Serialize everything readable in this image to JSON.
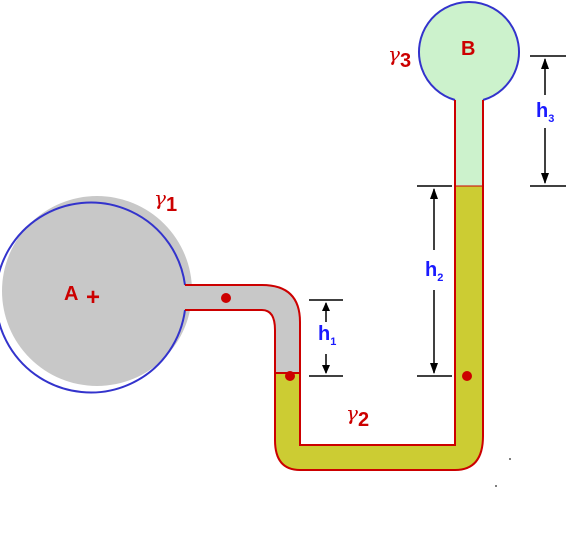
{
  "labels": {
    "vessel_a": "A",
    "vessel_a_marker": "+",
    "vessel_b": "B",
    "gamma1_symbol": "γ",
    "gamma1_sub": "1",
    "gamma2_symbol": "γ",
    "gamma2_sub": "2",
    "gamma3_symbol": "γ",
    "gamma3_sub": "3",
    "h1": "h",
    "h1_sub": "1",
    "h2": "h",
    "h2_sub": "2",
    "h3": "h",
    "h3_sub": "3"
  },
  "colors": {
    "fluid_gamma1": "#c8c8c8",
    "fluid_gamma2": "#cccc33",
    "fluid_gamma3": "#ccf2cc",
    "vessel_outline": "#3333cc",
    "tube_outline": "#cc0000",
    "point_marker": "#cc0000",
    "gamma_labels": "#cc0000",
    "height_labels": "#1a1aff"
  }
}
